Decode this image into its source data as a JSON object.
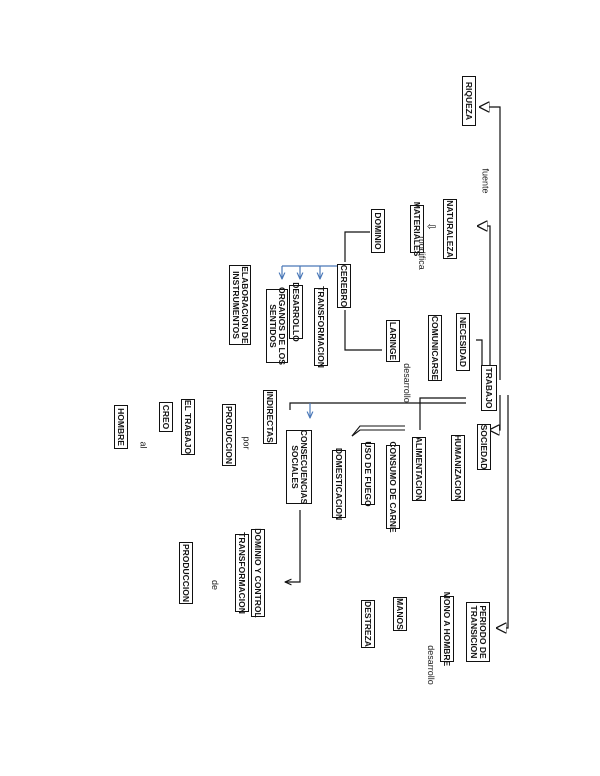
{
  "nodes": {
    "riqueza": "RIQUEZA",
    "naturaleza": "NATURALEZA",
    "materiales": "MATERIALES",
    "dominio": "DOMINIO",
    "cerebro": "CEREBRO",
    "transformacion_1": "TRANSFORMACION",
    "desarrollo": "DESARROLLO",
    "organos": "ORGANOS DE LOS\nSENTIDOS",
    "elaboracion": "ELABORACION DE\nINSTRUMENTOS",
    "necesidad": "NECESIDAD",
    "comunicarse": "COMUNICARSE",
    "laringe": "LARINGE",
    "trabajo": "TRABAJO",
    "sociedad": "SOCIEDAD",
    "humanizacion": "HUMANIZACION",
    "alimentacion": "ALIMENTACION",
    "consumo": "CONSUMO DE CARNE",
    "uso_fuego": "USO DE FUEGO",
    "domesticacion": "DOMESTICACION",
    "consecuencias": "CONSECUENCIAS\nSOCIALES",
    "indirectas": "INDIRECTAS",
    "produccion_1": "PRODUCCION",
    "el_trabajo": "EL TRABAJO",
    "creo": "CREO",
    "hombre": "HOMBRE",
    "dominio_control": "DOMINIO Y CONTROL",
    "transformacion_2": "TRANSFORMACION",
    "produccion_2": "PRODUCCION",
    "periodo": "PERIODO DE\nTRANSICION",
    "mono": "MONO A HOMBRE",
    "manos": "MANOS",
    "destreza": "DESTREZA"
  },
  "labels": {
    "fuente": "fuente",
    "modifica": "modifica",
    "desarrollo_1": "desarrollo",
    "desarrollo_2": "desarrollo",
    "por": "por",
    "al": "al",
    "de": "de"
  },
  "colors": {
    "line": "#111111",
    "blue_arrow": "#4a78b8"
  }
}
